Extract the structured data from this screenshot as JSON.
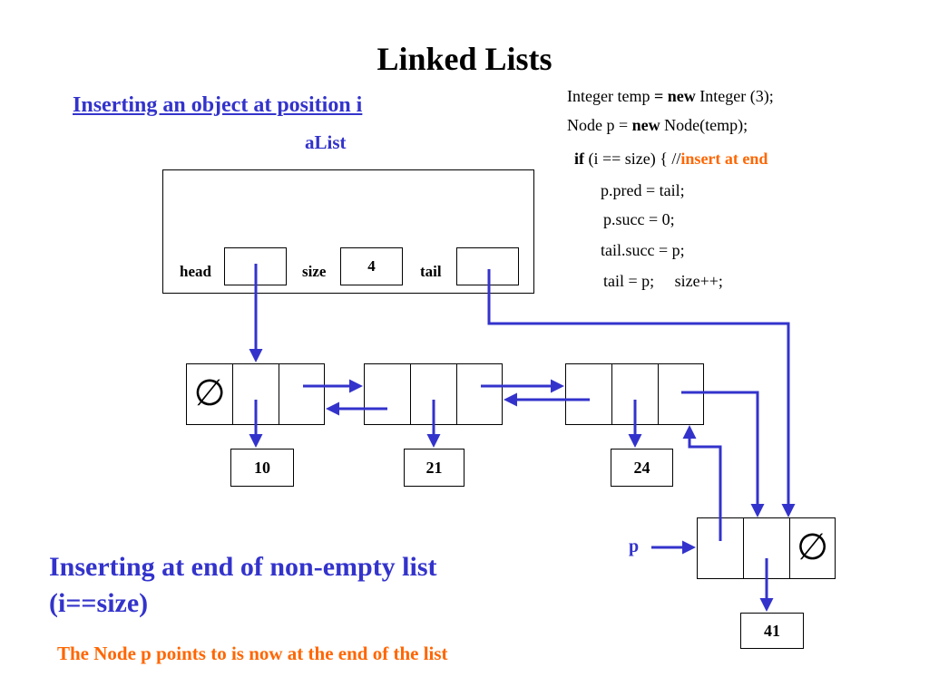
{
  "title": "Linked Lists",
  "subtitle": "Inserting an object at position i",
  "alist_label": "aList",
  "code": {
    "line1_a": "Integer temp ",
    "line1_eq": "= ",
    "line1_kw": "new",
    "line1_b": " Integer (3);",
    "line2_a": "Node p = ",
    "line2_kw": "new",
    "line2_b": " Node(temp);",
    "line3_kw": "if",
    "line3_a": " (i == size) { //",
    "line3_comment": "insert at end",
    "line4": "p.pred = tail;",
    "line5": "p.succ = 0;",
    "line6": "tail.succ = p;",
    "line7": "tail = p;     size++;"
  },
  "list_header": {
    "head_label": "head",
    "size_label": "size",
    "size_value": "4",
    "tail_label": "tail"
  },
  "nodes": [
    {
      "value": "10",
      "pred_null": true
    },
    {
      "value": "21"
    },
    {
      "value": "24"
    }
  ],
  "new_node": {
    "pointer_label": "p",
    "value": "41",
    "succ_null": true
  },
  "null_symbol": "∅",
  "bottom_title_line1": "Inserting at end of non-empty list",
  "bottom_title_line2": "(i==size)",
  "bottom_note": "The Node p points to is now at the end of the list",
  "colors": {
    "blue": "#3333cc",
    "orange": "#ff6600",
    "line": "#000000"
  }
}
